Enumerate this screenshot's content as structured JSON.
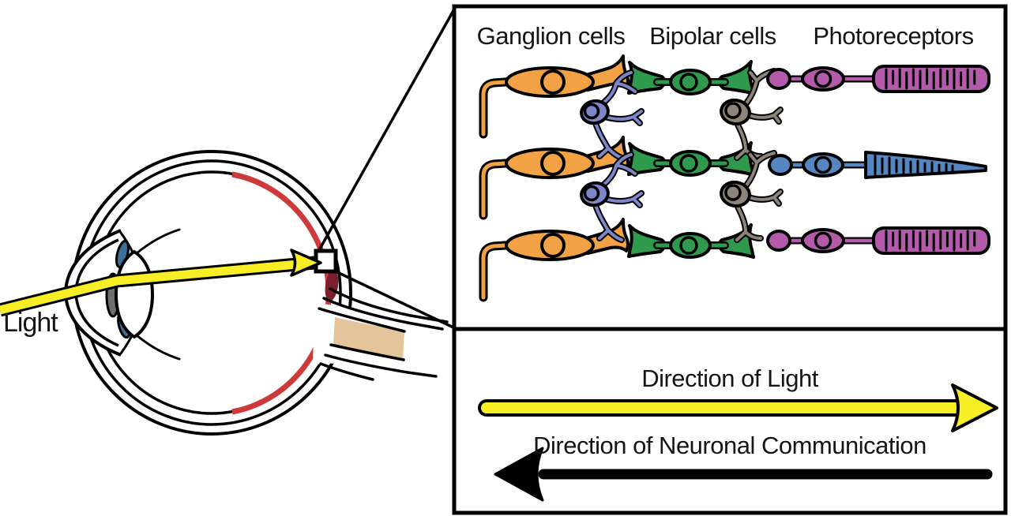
{
  "figure": {
    "description": "Eye cross-section with magnified retina inset showing retinal cell layers and direction arrows"
  },
  "eye_panel": {
    "light_label": "Light"
  },
  "retina_panel": {
    "labels": {
      "ganglion": "Ganglion cells",
      "bipolar": "Bipolar cells",
      "photoreceptors": "Photoreceptors"
    },
    "rows": 3,
    "interneurons": [
      "amacrine-cell",
      "horizontal-cell"
    ]
  },
  "direction_panel": {
    "light_arrow_label": "Direction of Light",
    "neuronal_arrow_label": "Direction of Neuronal Communication"
  },
  "colors": {
    "ganglion_orange": "#F0A245",
    "bipolar_green": "#2F9A4E",
    "rod_purple": "#B45AAB",
    "cone_blue": "#5586C1",
    "amacrine_blue": "#7C86C9",
    "horizontal_gray": "#8D8379",
    "retina_red": "#CE3A3C",
    "fovea_maroon": "#7B1F2F",
    "optic_nerve_tan": "#E3C49B",
    "light_yellow": "#F7EE26",
    "iris_blue": "#3E6F96",
    "pupil_gray": "#6E6E6E",
    "outline_black": "#000000"
  }
}
